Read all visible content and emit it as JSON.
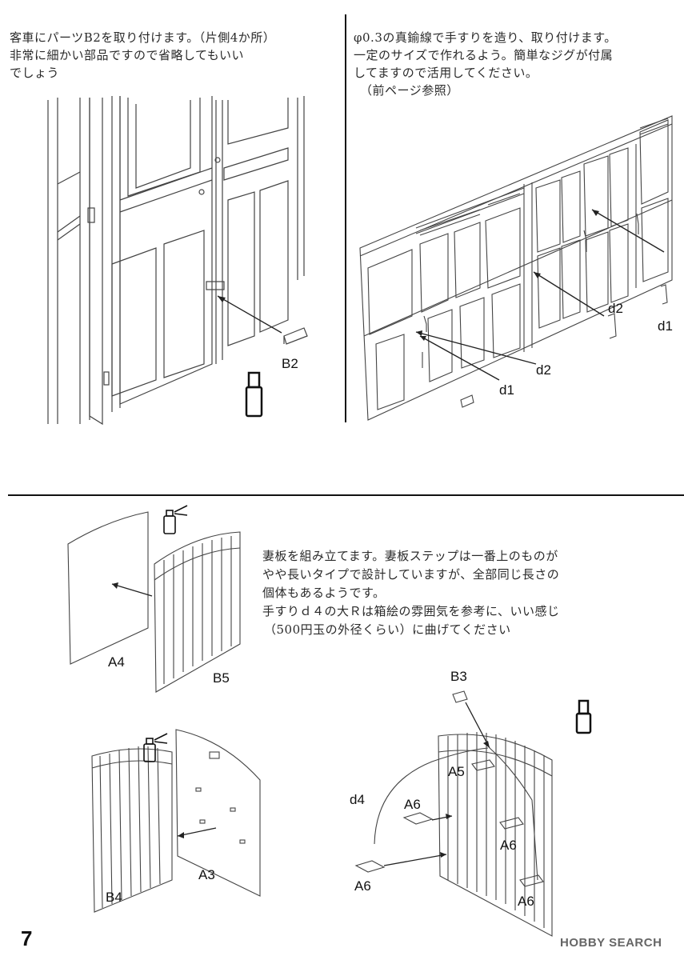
{
  "step1": {
    "lines": [
      "客車にパーツB2を取り付けます。（片側4か所）",
      "非常に細かい部品ですので省略してもいい",
      "でしょう"
    ],
    "label_b2": "B2"
  },
  "step2": {
    "lines": [
      "φ0.3の真鍮線で手すりを造り、取り付けます。",
      "一定のサイズで作れるよう。簡単なジグが付属",
      "してますので活用してください。",
      "（前ページ参照）"
    ],
    "label_d1_a": "d1",
    "label_d1_b": "d1",
    "label_d2_a": "d2",
    "label_d2_b": "d2"
  },
  "step3": {
    "lines": [
      "妻板を組み立てます。妻板ステップは一番上のものが",
      "やや長いタイプで設計していますが、全部同じ長さの",
      "個体もあるようです。",
      "手すりｄ４の大Ｒは箱絵の雰囲気を参考に、いい感じ",
      "（500円玉の外径くらい）に曲げてください"
    ],
    "label_a4": "A4",
    "label_b5": "B5",
    "label_b4": "B4",
    "label_a3": "A3",
    "label_b3": "B3",
    "label_a5": "A5",
    "label_d4": "d4",
    "label_a6_1": "A6",
    "label_a6_2": "A6",
    "label_a6_3": "A6",
    "label_a6_4": "A6"
  },
  "page_number": "7",
  "watermark": "HOBBY SEARCH"
}
